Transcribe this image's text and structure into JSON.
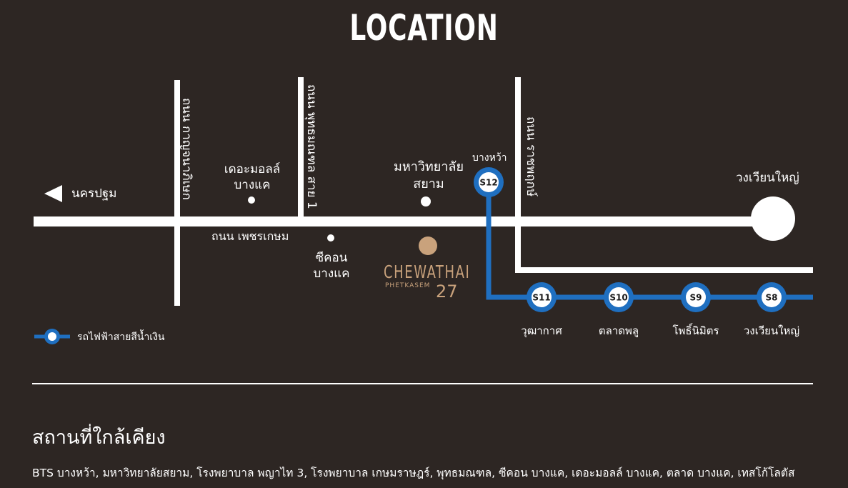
{
  "title": "LOCATION",
  "roads": {
    "main_road": "ถนน เพชรเกษม",
    "road_kanchana": "ถนน กาญจนาภิเษก",
    "road_phutthamonthon": "ถนน พุทธมณฑล สาย 1",
    "road_ratchaphruek": "ถนน ราชพฤกษ์"
  },
  "places": {
    "nakhon_pathom": "นครปฐม",
    "the_mall_line1": "เดอะมอลล์",
    "the_mall_line2": "บางแค",
    "siam_univ_line1": "มหาวิทยาลัย",
    "siam_univ_line2": "สยาม",
    "seacon_line1": "ซีคอน",
    "seacon_line2": "บางแค",
    "wongwian_yai_circle": "วงเวียนใหญ่",
    "bang_wa": "บางหว้า"
  },
  "project": {
    "name": "CHEWATHAI",
    "subtitle": "PHETKASEM",
    "number": "27"
  },
  "bts_stations": [
    {
      "code": "S12",
      "name": "บางหว้า"
    },
    {
      "code": "S11",
      "name": "วุฒากาศ"
    },
    {
      "code": "S10",
      "name": "ตลาดพลู"
    },
    {
      "code": "S9",
      "name": "โพธิ์นิมิตร"
    },
    {
      "code": "S8",
      "name": "วงเวียนใหญ่"
    }
  ],
  "legend": {
    "bts_line": "รถไฟฟ้าสายสีน้ำเงิน"
  },
  "colors": {
    "background": "#2d2623",
    "road": "#ffffff",
    "bts_blue": "#1f6fc0",
    "project_gold": "#c9a27c"
  },
  "nearby": {
    "title": "สถานที่ใกล้เคียง",
    "text": "BTS บางหว้า, มหาวิทยาลัยสยาม, โรงพยาบาล พญาไท 3, โรงพยาบาล เกษมราษฎร์, พุทธมณฑล, ซีคอน บางแค, เดอะมอลล์ บางแค, ตลาด บางแค, เทสโก้โลตัส"
  }
}
